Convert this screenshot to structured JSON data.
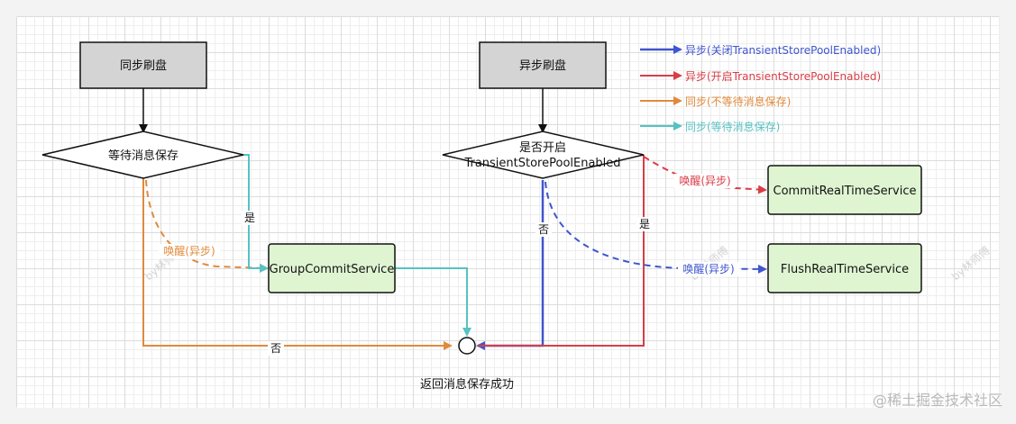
{
  "nodes": {
    "sync_flush": "同步刷盘",
    "async_flush": "异步刷盘",
    "wait_save": "等待消息保存",
    "is_enabled_line1": "是否开启",
    "is_enabled_line2": "TransientStorePoolEnabled",
    "group_commit": "GroupCommitService",
    "commit_realtime": "CommitRealTimeService",
    "flush_realtime": "FlushRealTimeService",
    "return_success": "返回消息保存成功"
  },
  "edges": {
    "yes_left": "是",
    "wake_async_left": "唤醒(异步)",
    "no_bottom": "否",
    "no_mid": "否",
    "yes_right": "是",
    "wake_async_red": "唤醒(异步)",
    "wake_async_blue": "唤醒(异步)"
  },
  "legend": [
    {
      "label": "异步(关闭TransientStorePoolEnabled)",
      "color": "#3f56cf",
      "style": "solid"
    },
    {
      "label": "异步(开启TransientStorePoolEnabled)",
      "color": "#d93d46",
      "style": "solid"
    },
    {
      "label": "同步(不等待消息保存)",
      "color": "#e08a3c",
      "style": "solid"
    },
    {
      "label": "同步(等待消息保存)",
      "color": "#56c2c2",
      "style": "solid"
    }
  ],
  "colors": {
    "blue": "#3f56cf",
    "red": "#d93d46",
    "orange": "#e08a3c",
    "teal": "#56c2c2",
    "gray_fill": "#d4d4d4",
    "green_fill": "#dff5d2"
  },
  "watermark": "by林师傅",
  "footer": "@稀土掘金技术社区"
}
